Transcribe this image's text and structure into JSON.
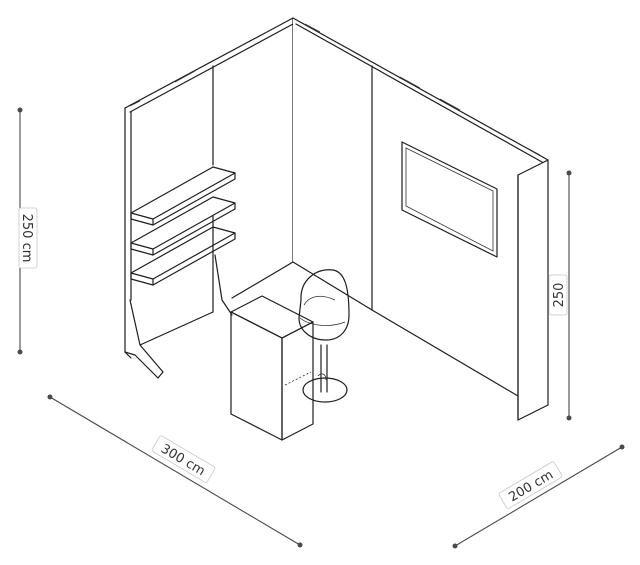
{
  "dimensions": {
    "height_left": "250 cm",
    "height_right": "250",
    "width_front": "300 cm",
    "depth_side": "200 cm"
  },
  "components": [
    "back wall",
    "side wall",
    "shelves",
    "tv screen",
    "counter",
    "chair"
  ],
  "colors": {
    "line": "#1e1e1e",
    "dimension": "#4a4a4a",
    "background": "#ffffff"
  }
}
